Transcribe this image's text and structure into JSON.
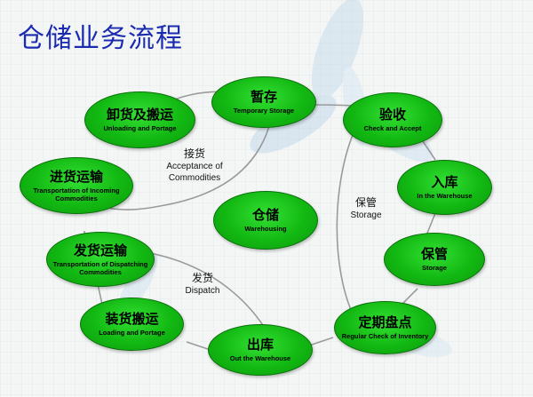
{
  "title": "仓储业务流程",
  "nodes": {
    "temporary_storage": {
      "zh": "暂存",
      "en": "Temporary Storage"
    },
    "unloading": {
      "zh": "卸货及搬运",
      "en": "Unloading and Portage"
    },
    "check_accept": {
      "zh": "验收",
      "en": "Check and Accept"
    },
    "transport_incoming": {
      "zh": "进货运输",
      "en": "Transportation of Incoming Commodities"
    },
    "in_warehouse": {
      "zh": "入库",
      "en": "In the Warehouse"
    },
    "warehousing": {
      "zh": "仓储",
      "en": "Warehousing"
    },
    "transport_dispatching": {
      "zh": "发货运输",
      "en": "Transportation of Dispatching Commodities"
    },
    "storage": {
      "zh": "保管",
      "en": "Storage"
    },
    "loading": {
      "zh": "装货搬运",
      "en": "Loading and Portage"
    },
    "regular_check": {
      "zh": "定期盘点",
      "en": "Regular Check of Inventory"
    },
    "out_warehouse": {
      "zh": "出库",
      "en": "Out the Warehouse"
    }
  },
  "labels": {
    "acceptance": {
      "zh": "接货",
      "en": "Acceptance of Commodities"
    },
    "storage_group": {
      "zh": "保管",
      "en": "Storage"
    },
    "dispatch": {
      "zh": "发货",
      "en": "Dispatch"
    }
  },
  "colors": {
    "node_fill": "#19c219",
    "node_border": "#0a6f0a",
    "title": "#1a2bb0",
    "connector": "#9a9a9a"
  }
}
